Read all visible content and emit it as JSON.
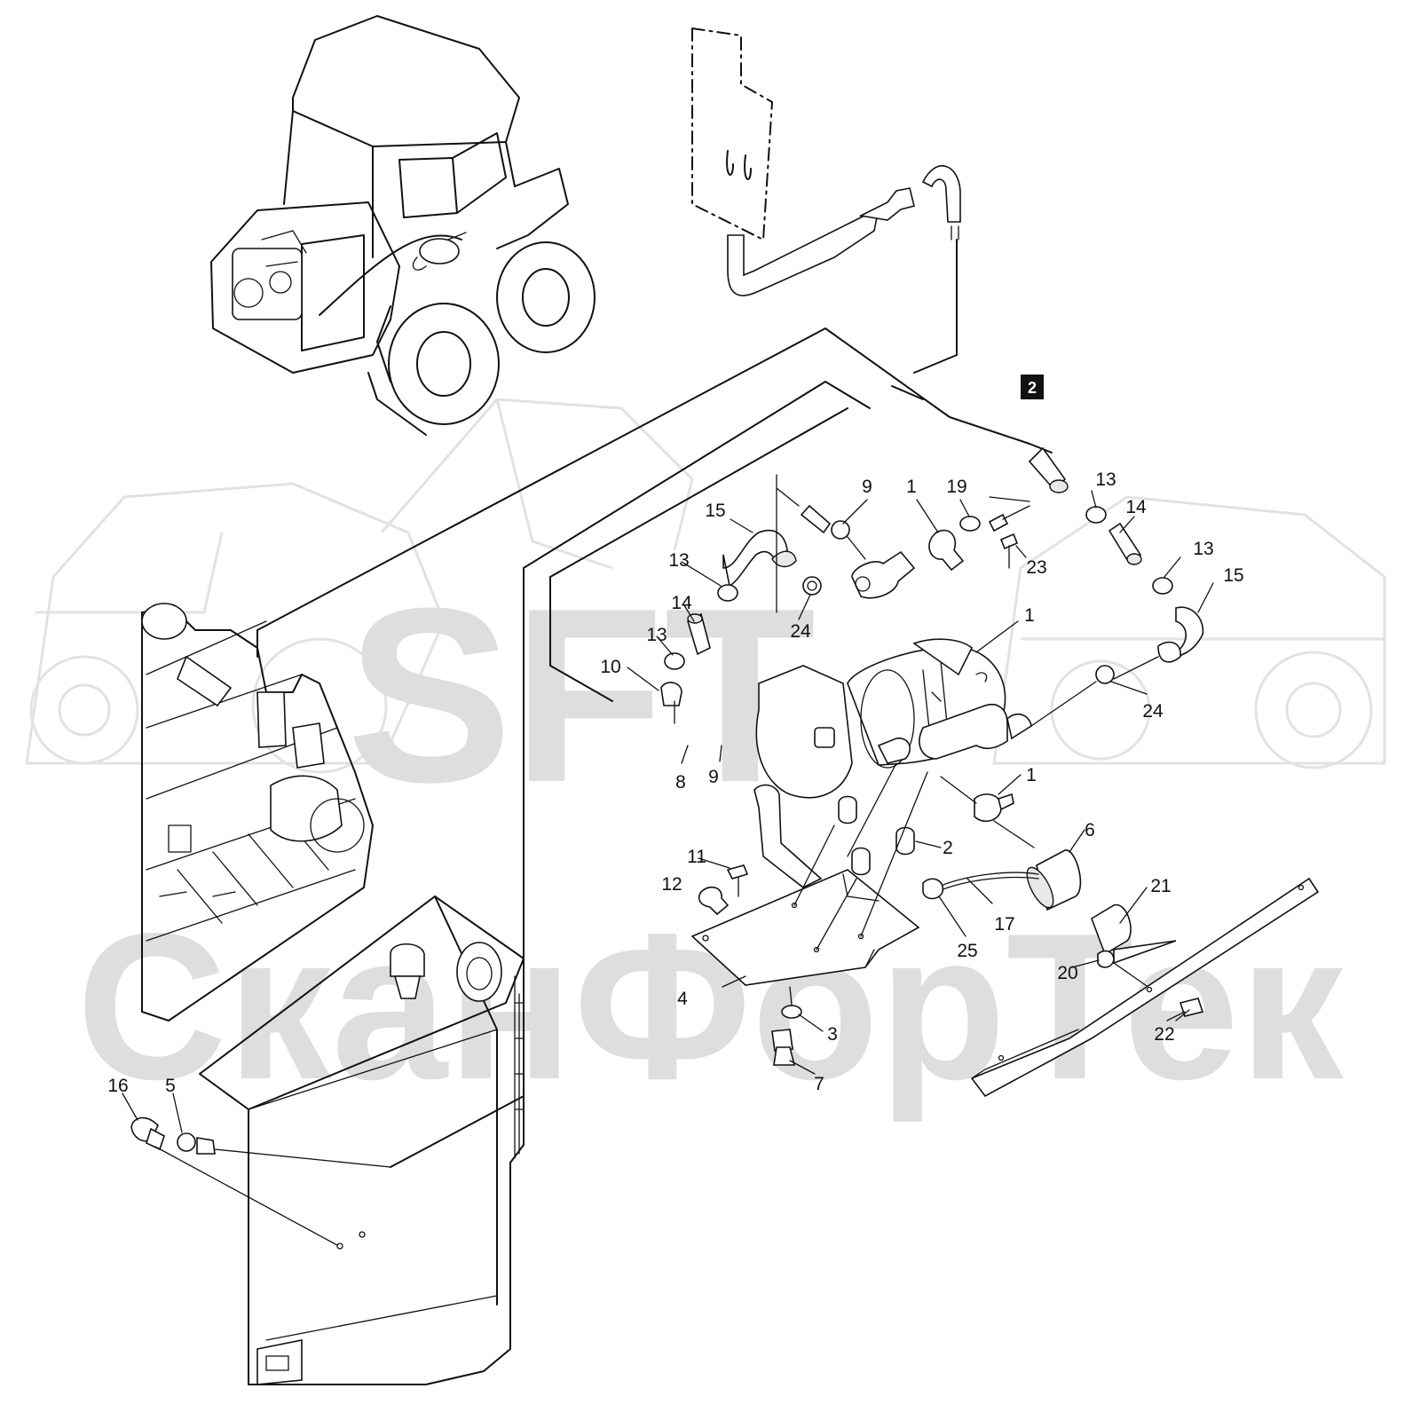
{
  "watermark": {
    "logo_text": "SFT",
    "company_text": "СканФорТек"
  },
  "view_badge": "2",
  "callouts": [
    {
      "id": "c-9a",
      "text": "9"
    },
    {
      "id": "c-1a",
      "text": "1"
    },
    {
      "id": "c-19",
      "text": "19"
    },
    {
      "id": "c-13a",
      "text": "13"
    },
    {
      "id": "c-15a",
      "text": "15"
    },
    {
      "id": "c-14a",
      "text": "14"
    },
    {
      "id": "c-23",
      "text": "23"
    },
    {
      "id": "c-13b",
      "text": "13"
    },
    {
      "id": "c-15b",
      "text": "15"
    },
    {
      "id": "c-13c",
      "text": "13"
    },
    {
      "id": "c-14b",
      "text": "14"
    },
    {
      "id": "c-24a",
      "text": "24"
    },
    {
      "id": "c-1b",
      "text": "1"
    },
    {
      "id": "c-13d",
      "text": "13"
    },
    {
      "id": "c-10",
      "text": "10"
    },
    {
      "id": "c-24b",
      "text": "24"
    },
    {
      "id": "c-8",
      "text": "8"
    },
    {
      "id": "c-9b",
      "text": "9"
    },
    {
      "id": "c-1c",
      "text": "1"
    },
    {
      "id": "c-6",
      "text": "6"
    },
    {
      "id": "c-2",
      "text": "2"
    },
    {
      "id": "c-11",
      "text": "11"
    },
    {
      "id": "c-12",
      "text": "12"
    },
    {
      "id": "c-21",
      "text": "21"
    },
    {
      "id": "c-17",
      "text": "17"
    },
    {
      "id": "c-25",
      "text": "25"
    },
    {
      "id": "c-20",
      "text": "20"
    },
    {
      "id": "c-4",
      "text": "4"
    },
    {
      "id": "c-3",
      "text": "3"
    },
    {
      "id": "c-22",
      "text": "22"
    },
    {
      "id": "c-7",
      "text": "7"
    },
    {
      "id": "c-16",
      "text": "16"
    },
    {
      "id": "c-5",
      "text": "5"
    }
  ]
}
